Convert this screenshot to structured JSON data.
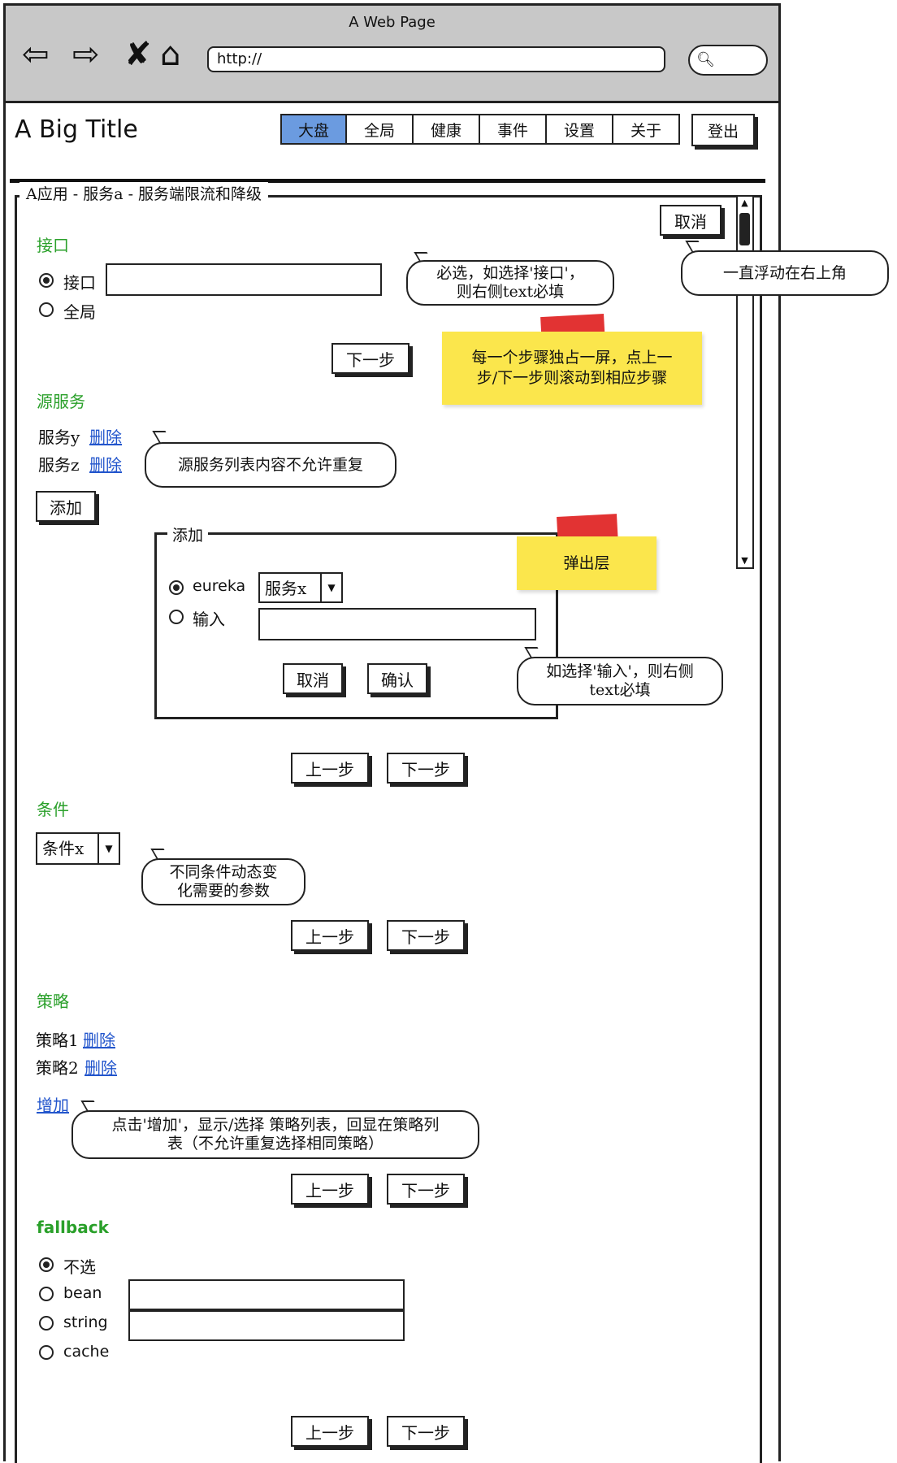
{
  "window": {
    "title": "A Web Page",
    "url": "http://"
  },
  "icons": {
    "back": "back-arrow-icon",
    "forward": "forward-arrow-icon",
    "stop": "close-icon",
    "home": "home-icon",
    "search": "search-icon"
  },
  "header": {
    "title": "A Big Title",
    "tabs": [
      "大盘",
      "全局",
      "健康",
      "事件",
      "设置",
      "关于"
    ],
    "active_tab": "大盘",
    "logout": "登出"
  },
  "panel": {
    "title": "A应用 - 服务a - 服务端限流和降级",
    "cancel": "取消"
  },
  "sections": {
    "interface": {
      "title": "接口",
      "options": [
        "接口",
        "全局"
      ],
      "selected": "接口",
      "input_value": "",
      "next": "下一步"
    },
    "source": {
      "title": "源服务",
      "items": [
        {
          "name": "服务y",
          "delete": "删除"
        },
        {
          "name": "服务z",
          "delete": "删除"
        }
      ],
      "add": "添加"
    },
    "popup": {
      "title": "添加",
      "options": [
        "eureka",
        "输入"
      ],
      "selected": "eureka",
      "dropdown_value": "服务x",
      "input_value": "",
      "cancel": "取消",
      "confirm": "确认",
      "prev": "上一步",
      "next": "下一步"
    },
    "condition": {
      "title": "条件",
      "dropdown_value": "条件x",
      "prev": "上一步",
      "next": "下一步"
    },
    "strategy": {
      "title": "策略",
      "items": [
        {
          "name": "策略1",
          "delete": "删除"
        },
        {
          "name": "策略2",
          "delete": "删除"
        }
      ],
      "add": "增加",
      "prev": "上一步",
      "next": "下一步"
    },
    "fallback": {
      "title": "fallback",
      "options": [
        "不选",
        "bean",
        "string",
        "cache"
      ],
      "selected": "不选",
      "prev": "上一步",
      "next": "下一步"
    }
  },
  "annotations": {
    "interface_required": "必选，如选择'接口'，\n则右侧text必填",
    "floating": "一直浮动在右上角",
    "step_screen": "每一个步骤独占一屏，点上一\n步/下一步则滚动到相应步骤",
    "source_unique": "源服务列表内容不允许重复",
    "popup_layer": "弹出层",
    "popup_input": "如选择'输入'，则右侧\ntext必填",
    "condition_params": "不同条件动态变\n化需要的参数",
    "strategy_add": "点击'增加'，显示/选择 策略列表，回显在策略列\n表（不允许重复选择相同策略）"
  }
}
